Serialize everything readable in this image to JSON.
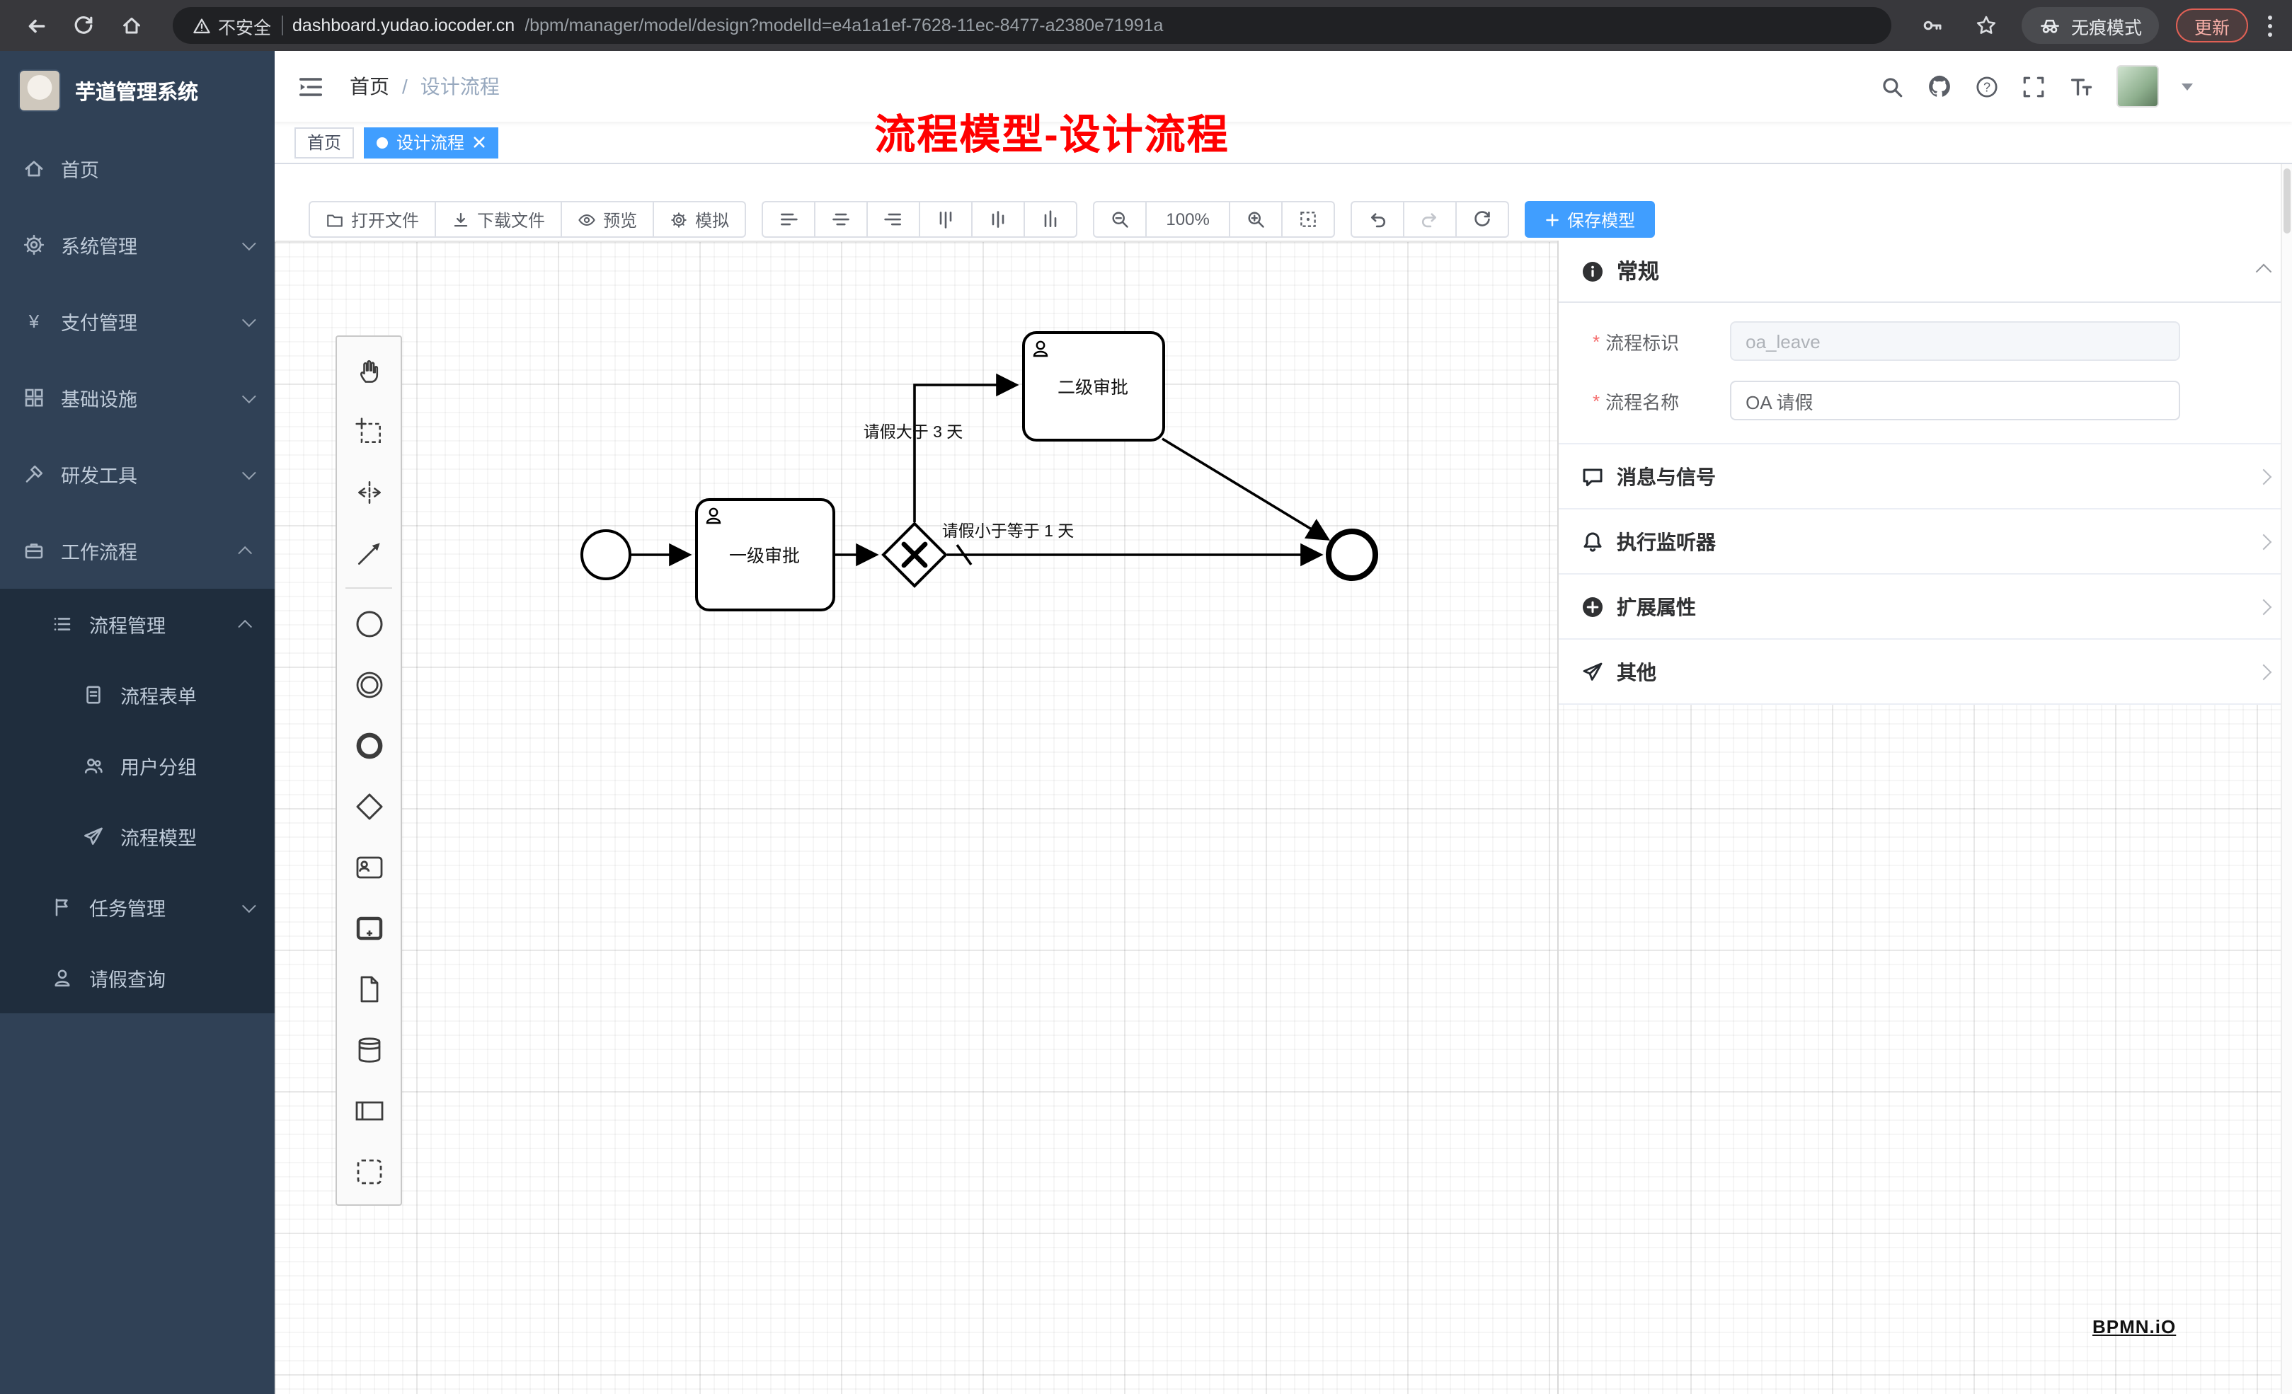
{
  "browser": {
    "security_label": "不安全",
    "url_domain": "dashboard.yudao.iocoder.cn",
    "url_path": "/bpm/manager/model/design?modelId=e4a1a1ef-7628-11ec-8477-a2380e71991a",
    "incognito_label": "无痕模式",
    "update_label": "更新"
  },
  "sidebar": {
    "brand": "芋道管理系统",
    "items": [
      {
        "label": "首页"
      },
      {
        "label": "系统管理"
      },
      {
        "label": "支付管理"
      },
      {
        "label": "基础设施"
      },
      {
        "label": "研发工具"
      },
      {
        "label": "工作流程"
      },
      {
        "label": "流程管理"
      },
      {
        "label": "流程表单"
      },
      {
        "label": "用户分组"
      },
      {
        "label": "流程模型"
      },
      {
        "label": "任务管理"
      },
      {
        "label": "请假查询"
      }
    ]
  },
  "header": {
    "breadcrumb_home": "首页",
    "breadcrumb_sep": "/",
    "breadcrumb_current": "设计流程",
    "annotation": "流程模型-设计流程"
  },
  "tabs": [
    {
      "label": "首页"
    },
    {
      "label": "设计流程"
    }
  ],
  "toolbar": {
    "open_label": "打开文件",
    "download_label": "下载文件",
    "preview_label": "预览",
    "simulate_label": "模拟",
    "zoom_level": "100%",
    "save_label": "保存模型"
  },
  "diagram": {
    "task1": "一级审批",
    "task2": "二级审批",
    "flow_gt": "请假大于 3 天",
    "flow_lte": "请假小于等于 1 天"
  },
  "panel": {
    "general_title": "常规",
    "required_mark": "*",
    "field_key_label": "流程标识",
    "field_key_value": "oa_leave",
    "field_name_label": "流程名称",
    "field_name_value": "OA 请假",
    "sections": [
      {
        "label": "消息与信号"
      },
      {
        "label": "执行监听器"
      },
      {
        "label": "扩展属性"
      },
      {
        "label": "其他"
      }
    ]
  },
  "watermark": "BPMN.iO"
}
